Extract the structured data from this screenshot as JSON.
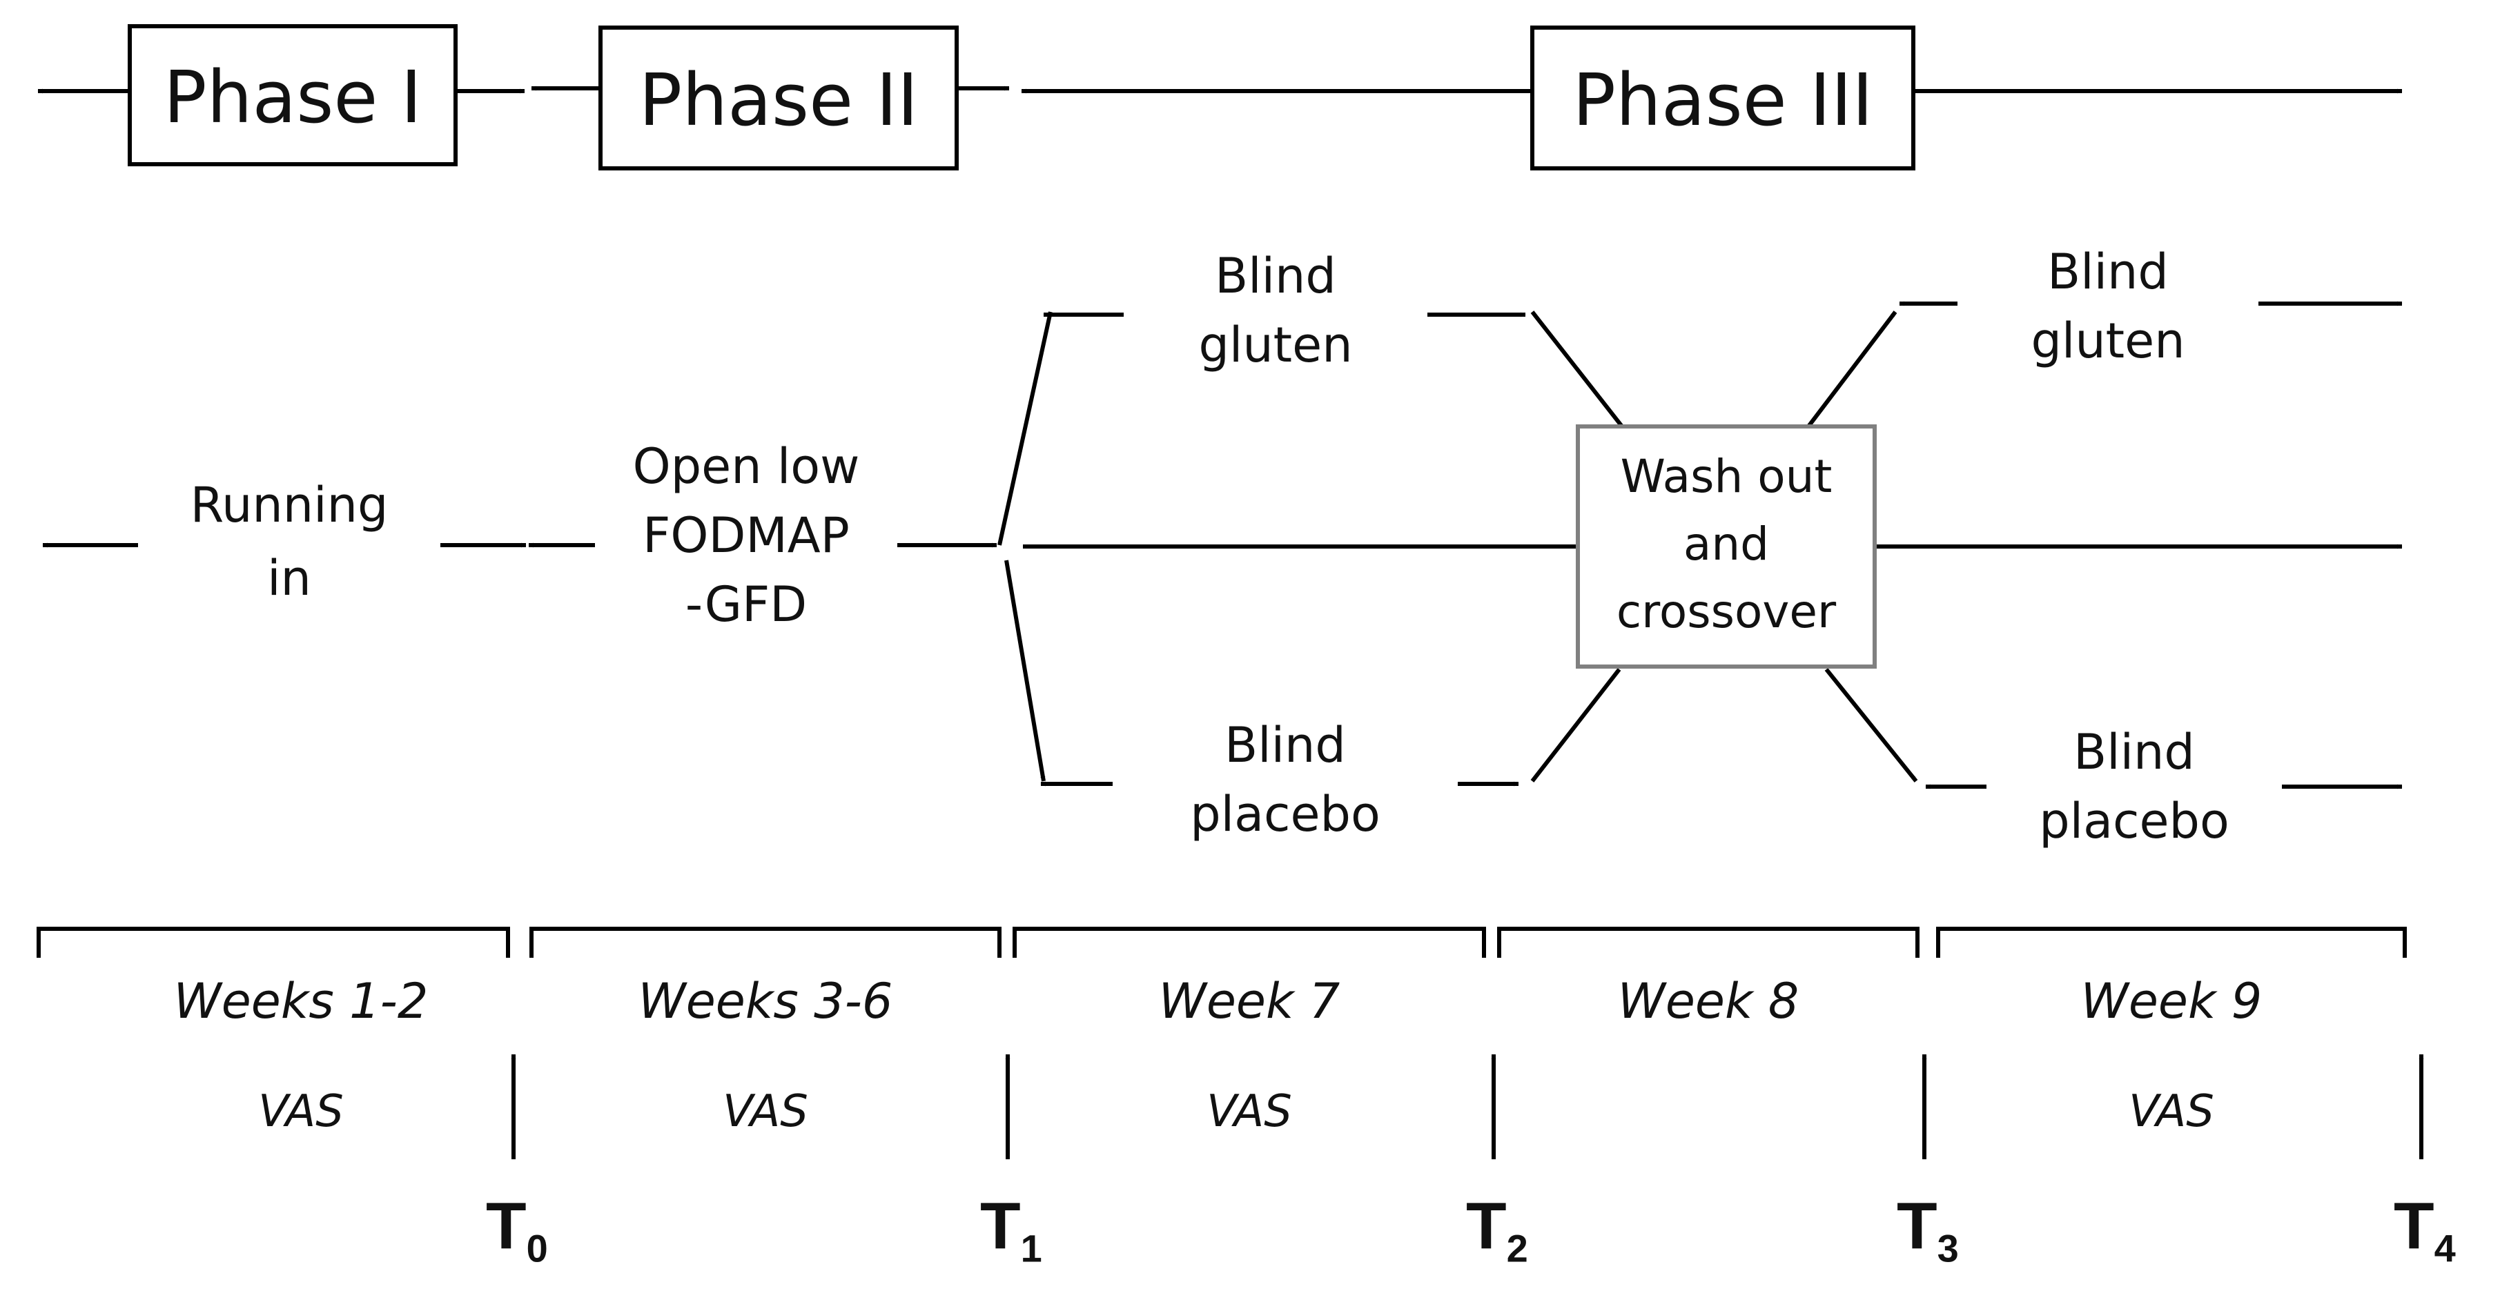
{
  "phases": [
    {
      "label": "Phase I"
    },
    {
      "label": "Phase II"
    },
    {
      "label": "Phase III"
    }
  ],
  "steps": {
    "running_in": {
      "line1": "Running",
      "line2": "in"
    },
    "open_diet": {
      "line1": "Open low",
      "line2": "FODMAP",
      "line3": "-GFD"
    },
    "blind_gluten_1": {
      "line1": "Blind",
      "line2": "gluten"
    },
    "blind_placebo_1": {
      "line1": "Blind",
      "line2": "placebo"
    },
    "washout": {
      "line1": "Wash out",
      "line2": "and",
      "line3": "crossover"
    },
    "blind_gluten_2": {
      "line1": "Blind",
      "line2": "gluten"
    },
    "blind_placebo_2": {
      "line1": "Blind",
      "line2": "placebo"
    }
  },
  "periods": [
    {
      "label": "Weeks 1-2",
      "vas": "VAS"
    },
    {
      "label": "Weeks 3-6",
      "vas": "VAS"
    },
    {
      "label": "Week 7",
      "vas": "VAS"
    },
    {
      "label": "Week 8",
      "vas": ""
    },
    {
      "label": "Week 9",
      "vas": "VAS"
    }
  ],
  "timepoints": [
    {
      "letter": "T",
      "sub": "0"
    },
    {
      "letter": "T",
      "sub": "1"
    },
    {
      "letter": "T",
      "sub": "2"
    },
    {
      "letter": "T",
      "sub": "3"
    },
    {
      "letter": "T",
      "sub": "4"
    }
  ]
}
